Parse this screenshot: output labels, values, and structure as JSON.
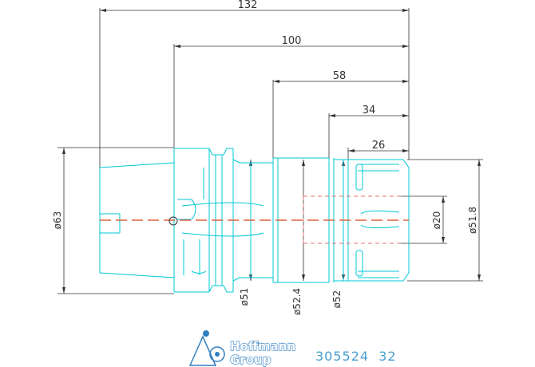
{
  "dimensions": {
    "length_total": "132",
    "length_100": "100",
    "length_58": "58",
    "length_34": "34",
    "length_26": "26",
    "dia_63": "ø63",
    "dia_51": "ø51",
    "dia_52_4": "ø52.4",
    "dia_52": "ø52",
    "dia_20": "ø20",
    "dia_51_8": "ø51.8"
  },
  "brand": {
    "line1": "Hoffmann",
    "line2": "Group",
    "logo_icon": "hoffmann-logo-icon"
  },
  "part_number": "305524  32",
  "colors": {
    "outline": "#00c8d6",
    "dimension": "#333333",
    "centerline": "#e06040",
    "hidden": "#e07070",
    "brand": "#2f7fc0"
  }
}
